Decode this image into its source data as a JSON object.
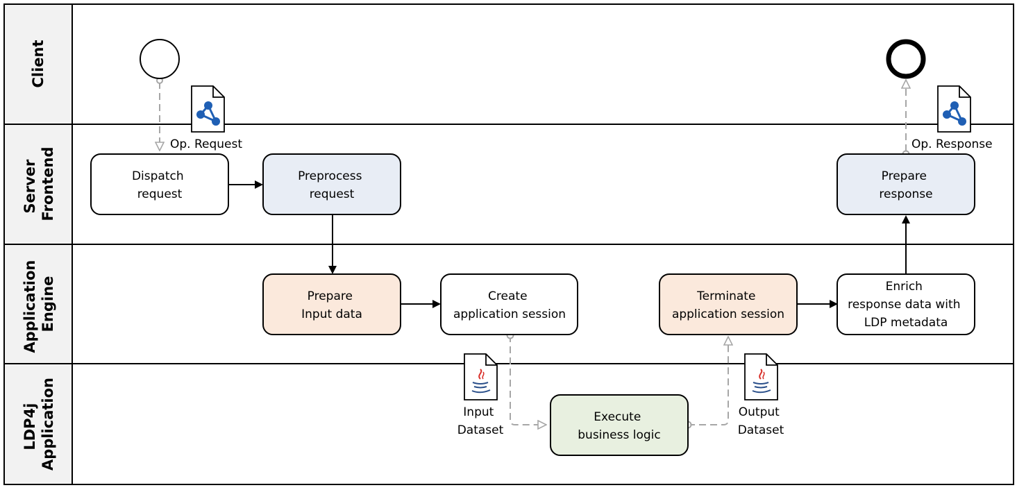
{
  "colors": {
    "lane_header_fill": "#f2f2f2",
    "lane_border": "#000000",
    "task_white": "#ffffff",
    "task_blue": "#e8edf5",
    "task_orange": "#fbe9dc",
    "task_green": "#e8f0e0",
    "data_flow": "#a6a6a6",
    "sequence_flow": "#000000",
    "rdf_node": "#1f5fb4",
    "java_red": "#d9302a",
    "java_blue": "#2a4f8a"
  },
  "lanes": [
    {
      "id": "client",
      "label_lines": [
        "Client"
      ]
    },
    {
      "id": "server",
      "label_lines": [
        "Server",
        "Frontend"
      ]
    },
    {
      "id": "engine",
      "label_lines": [
        "Application",
        "Engine"
      ]
    },
    {
      "id": "ldp4j",
      "label_lines": [
        "LDP4j",
        "Application"
      ]
    }
  ],
  "tasks": {
    "dispatch": {
      "lines": [
        "Dispatch",
        "request"
      ],
      "color": "white"
    },
    "preprocess": {
      "lines": [
        "Preprocess",
        "request"
      ],
      "color": "blue"
    },
    "prepare_response": {
      "lines": [
        "Prepare",
        "response"
      ],
      "color": "blue"
    },
    "prepare_input": {
      "lines": [
        "Prepare",
        "Input data"
      ],
      "color": "orange"
    },
    "create_session": {
      "lines": [
        "Create",
        "application session"
      ],
      "color": "white"
    },
    "terminate_session": {
      "lines": [
        "Terminate",
        "application session"
      ],
      "color": "orange"
    },
    "enrich": {
      "lines": [
        "Enrich",
        "response data with",
        "LDP metadata"
      ],
      "color": "white"
    },
    "execute": {
      "lines": [
        "Execute",
        "business logic"
      ],
      "color": "green"
    }
  },
  "data_objects": {
    "op_request": {
      "label_lines": [
        "Op. Request"
      ],
      "icon": "rdf-icon"
    },
    "op_response": {
      "label_lines": [
        "Op. Response"
      ],
      "icon": "rdf-icon"
    },
    "input_dataset": {
      "label_lines": [
        "Input",
        "Dataset"
      ],
      "icon": "java-icon"
    },
    "output_dataset": {
      "label_lines": [
        "Output",
        "Dataset"
      ],
      "icon": "java-icon"
    }
  },
  "events": {
    "start": {
      "type": "start"
    },
    "end": {
      "type": "end"
    }
  }
}
